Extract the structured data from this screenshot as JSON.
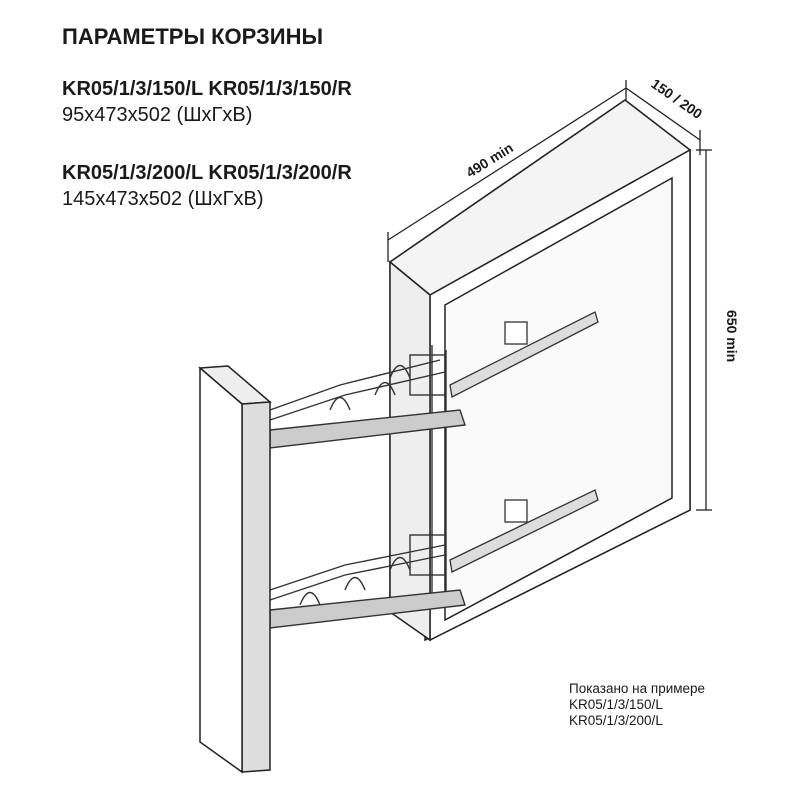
{
  "title": "ПАРАМЕТРЫ КОРЗИНЫ",
  "groups": [
    {
      "models": "KR05/1/3/150/L  KR05/1/3/150/R",
      "size": "95x473x502  (ШxГxВ)"
    },
    {
      "models": "KR05/1/3/200/L  KR05/1/3/200/R",
      "size": "145x473x502  (ШxГxВ)"
    }
  ],
  "dimensions": {
    "depth": "490 min",
    "width": "150 / 200",
    "height": "650 min"
  },
  "note": {
    "line1": "Показано на примере",
    "line2": "KR05/1/3/150/L",
    "line3": "KR05/1/3/200/L"
  }
}
